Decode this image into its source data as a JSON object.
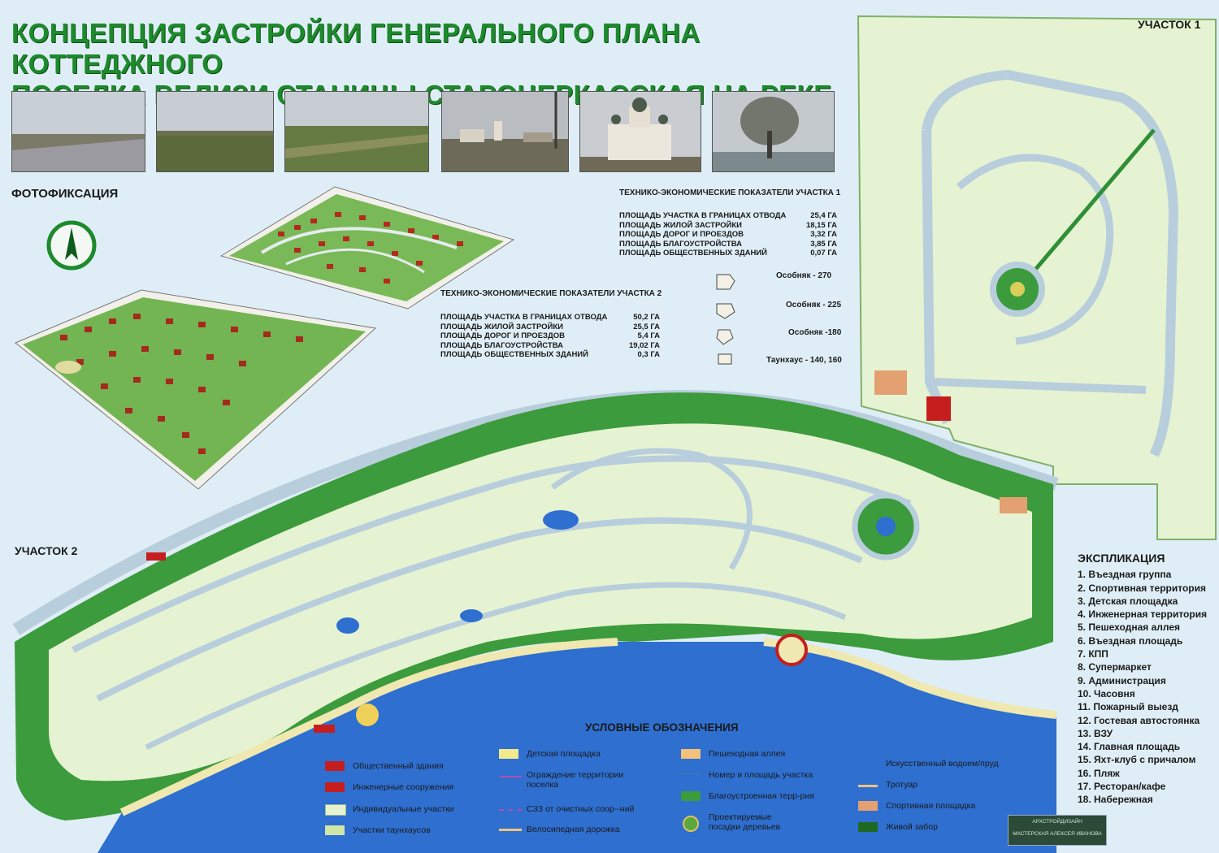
{
  "title": {
    "line1": "КОНЦЕПЦИЯ ЗАСТРОЙКИ  ГЕНЕРАЛЬНОГО ПЛАНА КОТТЕДЖНОГО",
    "line2": "ПОСЕЛКА   ВБЛИЗИ  СТАНИЦЫ СТАРОЧЕРКАССКАЯ  НА РЕКЕ ДОН"
  },
  "photos_label": "ФОТОФИКСАЦИЯ",
  "site1_label": "УЧАСТОК 1",
  "site2_label": "УЧАСТОК 2",
  "tep1": {
    "title": "ТЕХНИКО-ЭКОНОМИЧЕСКИЕ ПОКАЗАТЕЛИ УЧАСТКА 1",
    "rows": [
      {
        "label": "ПЛОЩАДЬ УЧАСТКА В ГРАНИЦАХ ОТВОДА",
        "value": "25,4 ГА"
      },
      {
        "label": "ПЛОЩАДЬ ЖИЛОЙ ЗАСТРОЙКИ",
        "value": "18,15 ГА"
      },
      {
        "label": "ПЛОЩАДЬ ДОРОГ И ПРОЕЗДОВ",
        "value": "3,32 ГА"
      },
      {
        "label": "ПЛОЩАДЬ БЛАГОУСТРОЙСТВА",
        "value": "3,85 ГА"
      },
      {
        "label": "ПЛОЩАДЬ ОБЩЕСТВЕННЫХ ЗДАНИЙ",
        "value": "0,07 ГА"
      }
    ]
  },
  "tep2": {
    "title": "ТЕХНИКО-ЭКОНОМИЧЕСКИЕ ПОКАЗАТЕЛИ УЧАСТКА 2",
    "rows": [
      {
        "label": "ПЛОЩАДЬ УЧАСТКА В ГРАНИЦАХ ОТВОДА",
        "value": "50,2 ГА"
      },
      {
        "label": "ПЛОЩАДЬ ЖИЛОЙ ЗАСТРОЙКИ",
        "value": "25,5 ГА"
      },
      {
        "label": "ПЛОЩАДЬ ДОРОГ И ПРОЕЗДОВ",
        "value": "5,4 ГА"
      },
      {
        "label": "ПЛОЩАДЬ БЛАГОУСТРОЙСТВА",
        "value": "19,02 ГА"
      },
      {
        "label": "ПЛОЩАДЬ ОБЩЕСТВЕННЫХ ЗДАНИЙ",
        "value": "0,3 ГА"
      }
    ]
  },
  "house_types": [
    "Особняк - 270",
    "Особняк - 225",
    "Особняк -180",
    "Таунхаус - 140, 160"
  ],
  "explication": {
    "title": "ЭКСПЛИКАЦИЯ",
    "items": [
      "1. Въездная  группа",
      "2. Спортивная  территория",
      "3. Детская площадка",
      "4. Инженерная  территория",
      "5. Пешеходная  аллея",
      "6. Въездная  площадь",
      "7. КПП",
      "8. Супермаркет",
      "9. Администрация",
      "10. Часовня",
      "11. Пожарный  выезд",
      "12. Гостевая   автостоянка",
      "13. ВЗУ",
      "14. Главная  площадь",
      "15. Яхт-клуб  с  причалом",
      "16. Пляж",
      "17. Ресторан/кафе",
      "18. Набережная"
    ]
  },
  "legend": {
    "title": "УСЛОВНЫЕ ОБОЗНАЧЕНИЯ",
    "col1": [
      "Общественный здания",
      "Инженерные  сооружения",
      "Индивидуальные  участки",
      "Участки таунхаусов"
    ],
    "col2": [
      "Детская площадка",
      "Ограждение территории поселка",
      "СЗЗ от очистных соор--ний",
      "Велосипедная  дорожка"
    ],
    "col3": [
      "Пешеходная  аллея",
      "Номер и площадь  участка",
      "Благоустроенная терр-рия",
      "Проектируемые  посадки деревьев"
    ],
    "col4": [
      "Искусственный водоем/пруд",
      "Тротуар",
      "Спортивная  площадка",
      "Живой  забор"
    ]
  },
  "colors": {
    "title_green": "#1d8a2c",
    "lot_fill": "#e6f3d2",
    "green_area": "#3c9b3c",
    "road": "#b8cedc",
    "water": "#2e6fd0",
    "public_building": "#c61e1e",
    "beach": "#efe8b0"
  },
  "credit": {
    "line1": "АРХСТРОЙДИЗАЙН",
    "line2": "МАСТЕРСКАЯ АЛЕКСЕЯ ИВАНОВА"
  }
}
